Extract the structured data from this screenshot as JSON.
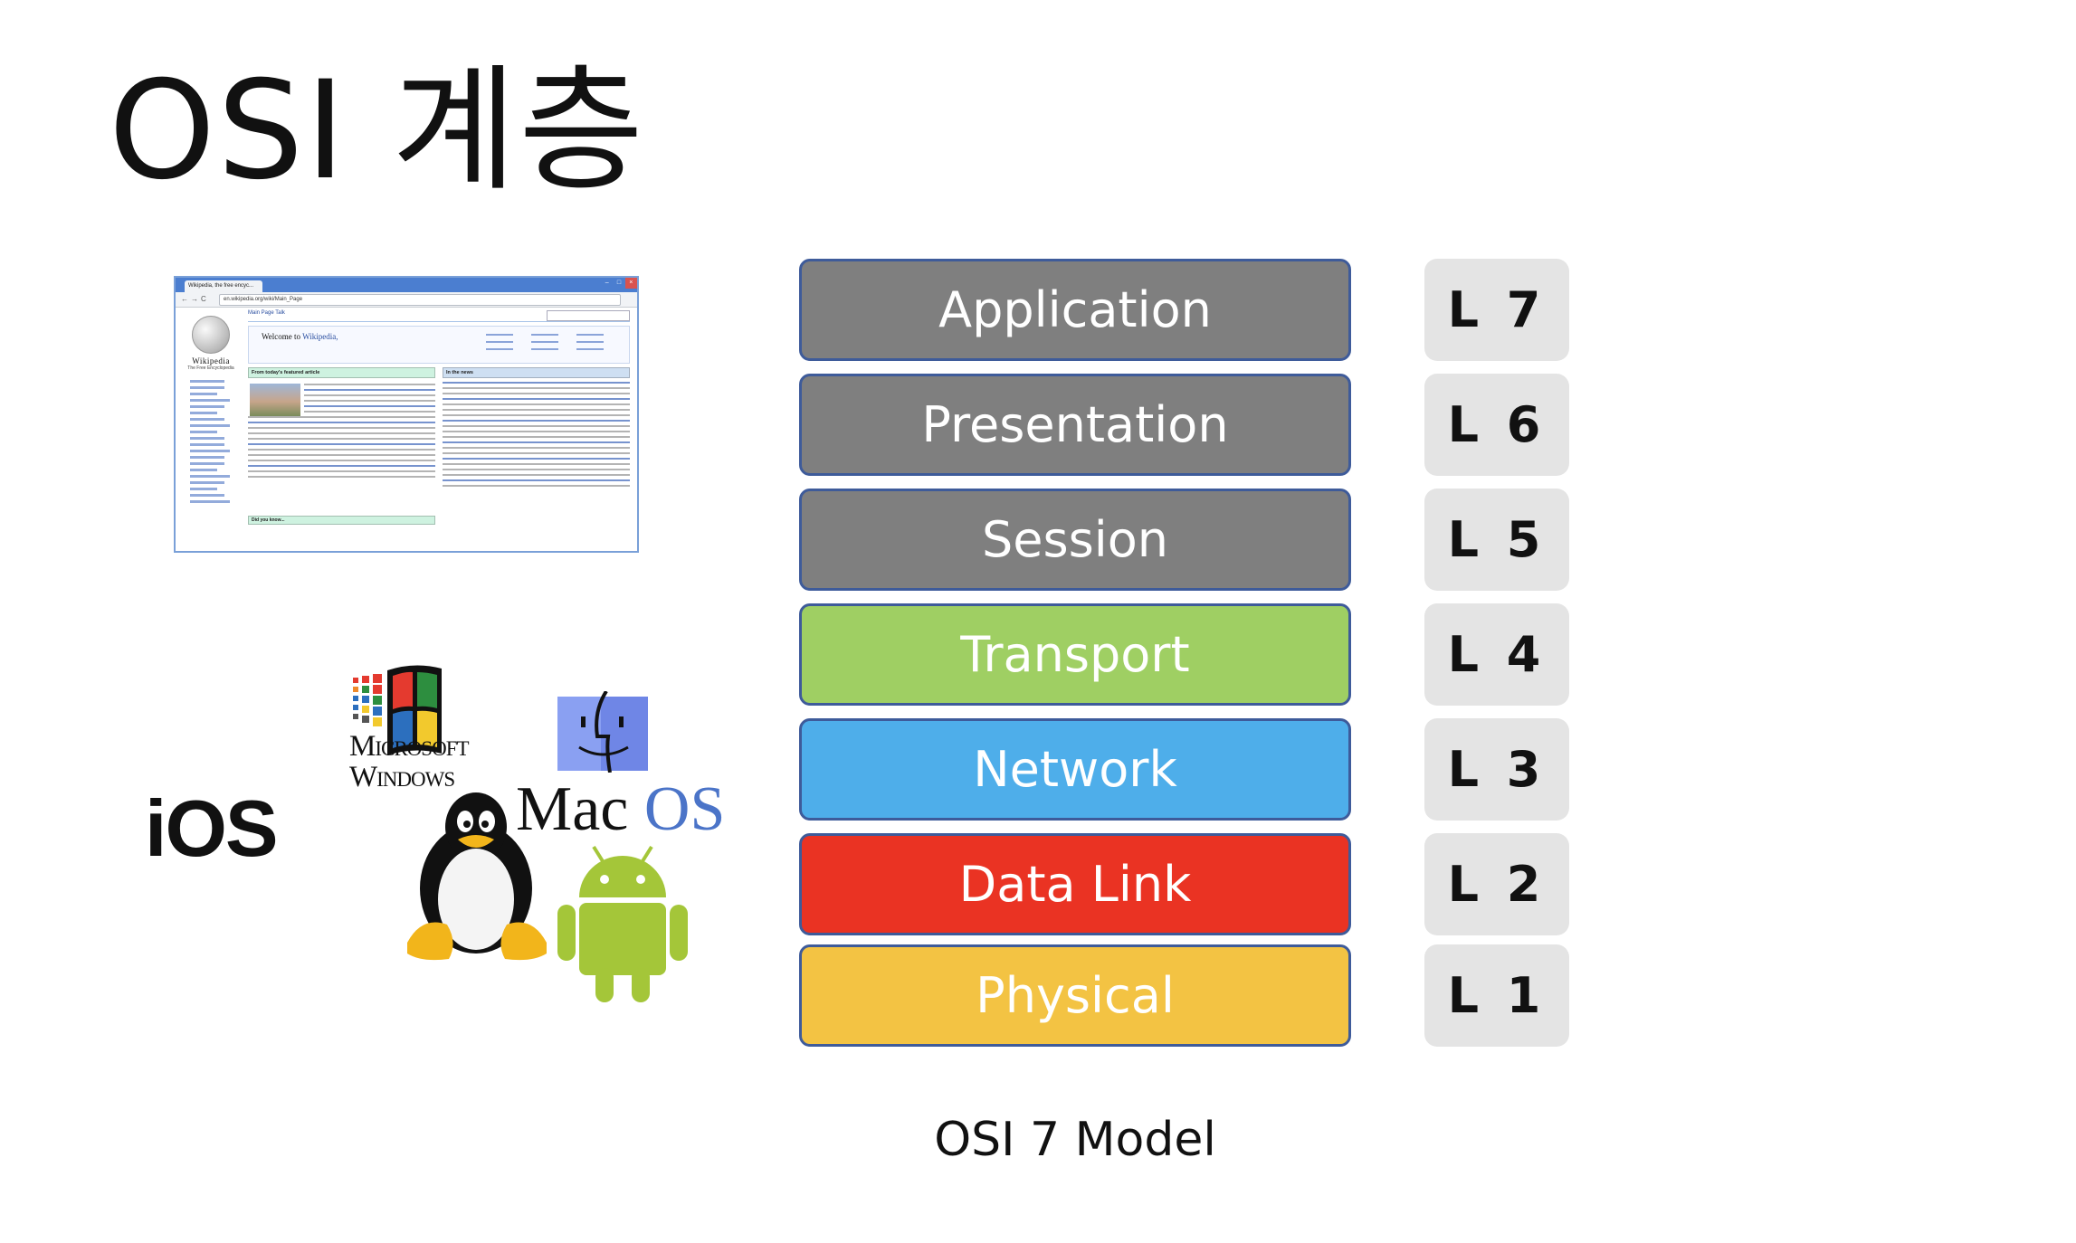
{
  "slide": {
    "title": "OSI 계층",
    "caption": "OSI 7 Model"
  },
  "browser": {
    "tab_title": "Wikipedia, the free encyc...",
    "url": "en.wikipedia.org/wiki/Main_Page",
    "wiki_wordmark": "Wikipedia",
    "wiki_tagline": "The Free Encyclopedia",
    "page_tabs": "Main Page   Talk",
    "welcome_prefix": "Welcome to",
    "welcome_link": "Wikipedia,",
    "featured_heading": "From today's featured article",
    "news_heading": "In the news",
    "dyk_heading": "Did you know..."
  },
  "logos": {
    "windows_line1": "Microsoft",
    "windows_line2": "Windows",
    "mac": "Mac",
    "os": "OS",
    "ios": "iOS"
  },
  "layers": [
    {
      "name": "Application",
      "label": "L 7",
      "color": "#7f7f7f"
    },
    {
      "name": "Presentation",
      "label": "L 6",
      "color": "#7f7f7f"
    },
    {
      "name": "Session",
      "label": "L 5",
      "color": "#7f7f7f"
    },
    {
      "name": "Transport",
      "label": "L 4",
      "color": "#9fcf63"
    },
    {
      "name": "Network",
      "label": "L 3",
      "color": "#4eaeea"
    },
    {
      "name": "Data Link",
      "label": "L 2",
      "color": "#ea3323"
    },
    {
      "name": "Physical",
      "label": "L 1",
      "color": "#f3c343"
    }
  ]
}
